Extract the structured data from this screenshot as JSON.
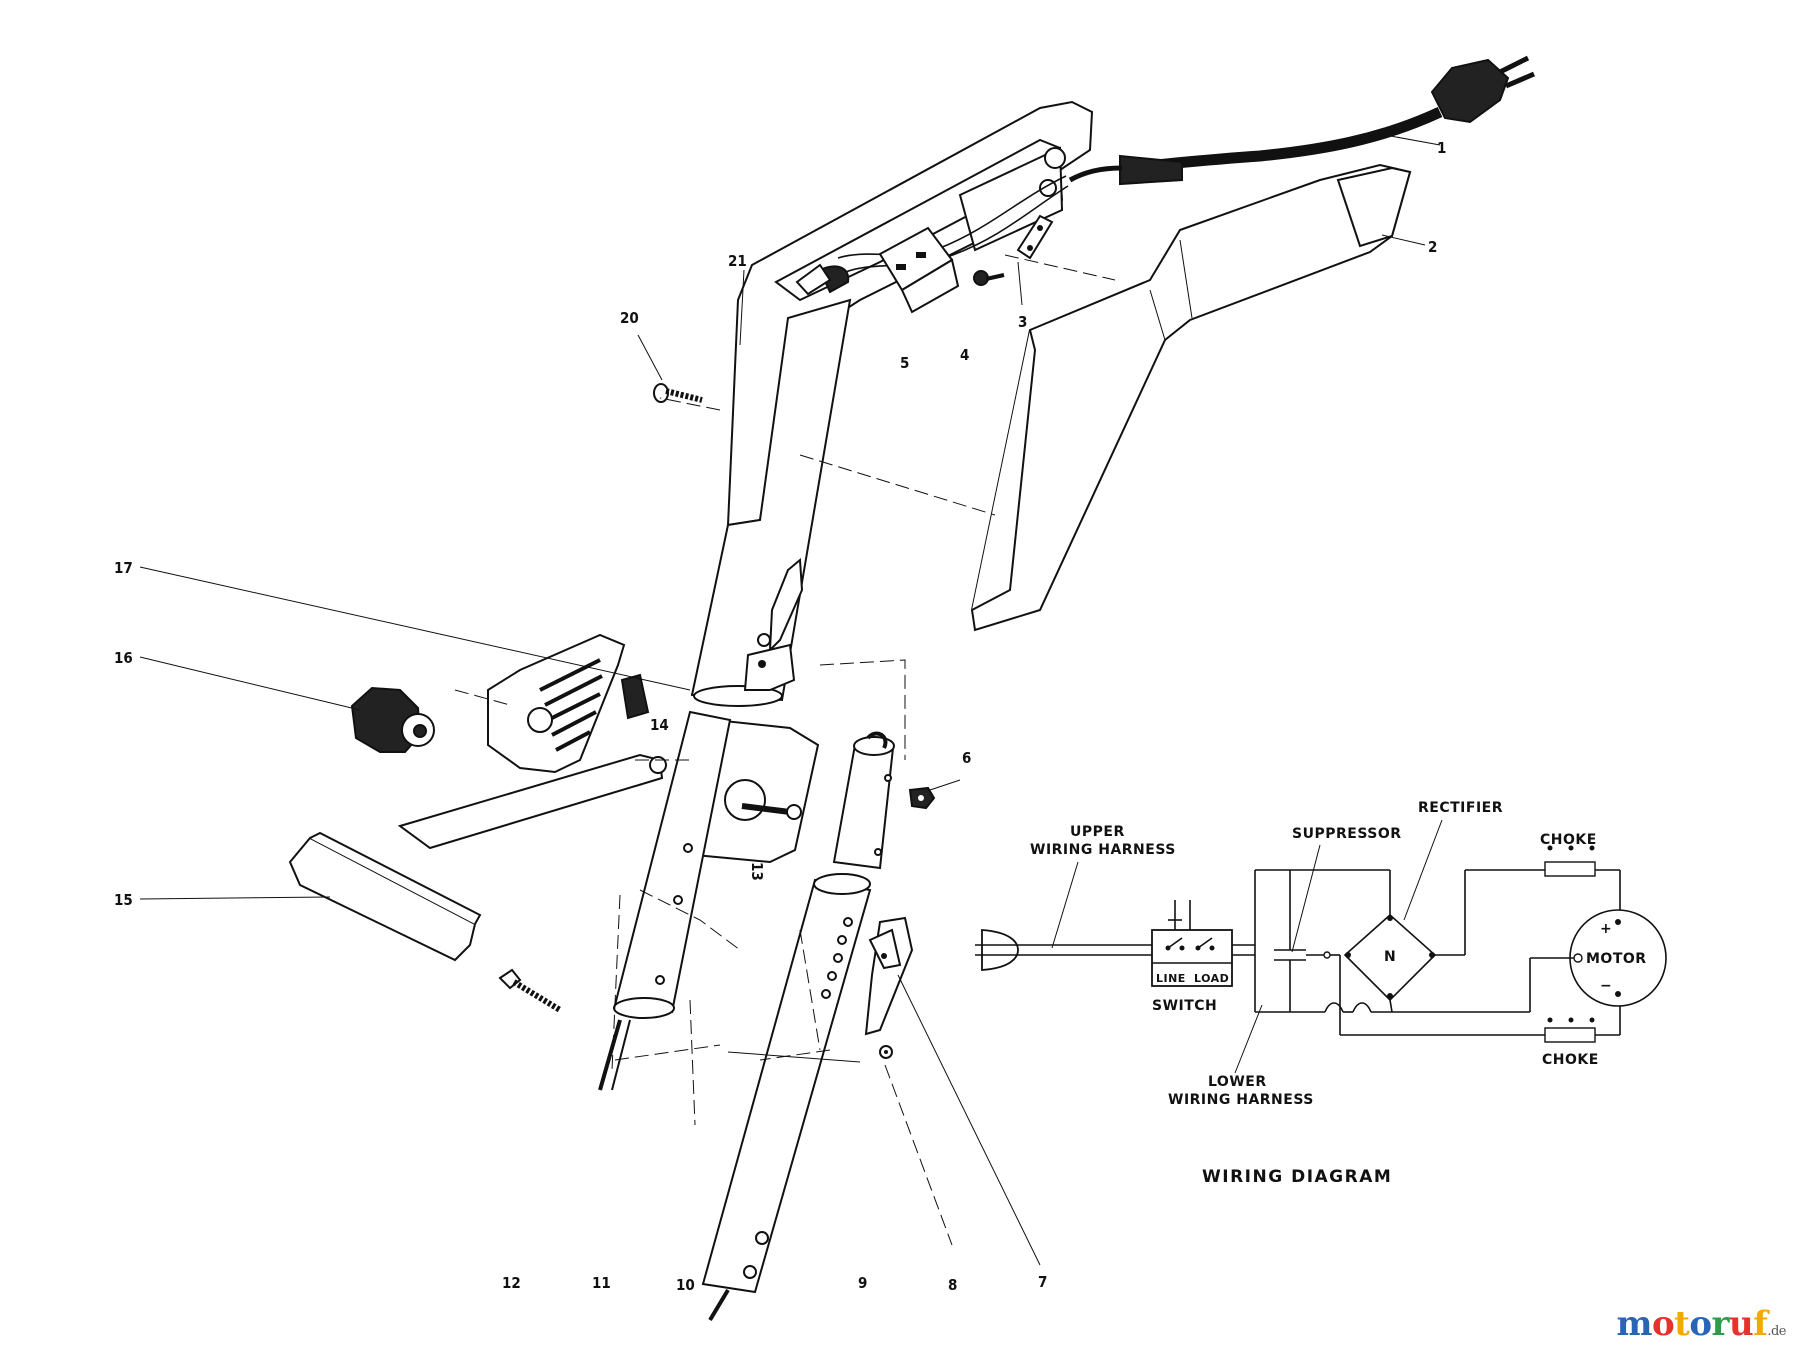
{
  "callouts": [
    {
      "id": "1",
      "label": "1"
    },
    {
      "id": "2",
      "label": "2"
    },
    {
      "id": "3",
      "label": "3"
    },
    {
      "id": "4",
      "label": "4"
    },
    {
      "id": "5",
      "label": "5"
    },
    {
      "id": "6",
      "label": "6"
    },
    {
      "id": "7",
      "label": "7"
    },
    {
      "id": "8",
      "label": "8"
    },
    {
      "id": "9",
      "label": "9"
    },
    {
      "id": "10",
      "label": "10"
    },
    {
      "id": "11",
      "label": "11"
    },
    {
      "id": "12",
      "label": "12"
    },
    {
      "id": "13",
      "label": "13"
    },
    {
      "id": "14",
      "label": "14"
    },
    {
      "id": "15",
      "label": "15"
    },
    {
      "id": "16",
      "label": "16"
    },
    {
      "id": "17",
      "label": "17"
    },
    {
      "id": "20",
      "label": "20"
    },
    {
      "id": "21",
      "label": "21"
    }
  ],
  "wiring": {
    "title": "WIRING DIAGRAM",
    "upper_harness_1": "UPPER",
    "upper_harness_2": "WIRING HARNESS",
    "lower_harness_1": "LOWER",
    "lower_harness_2": "WIRING HARNESS",
    "suppressor": "SUPPRESSOR",
    "rectifier": "RECTIFIER",
    "choke_top": "CHOKE",
    "choke_bottom": "CHOKE",
    "motor": "MOTOR",
    "switch": "SWITCH",
    "line": "LINE",
    "load": "LOAD",
    "rectifier_n": "N",
    "plus": "+",
    "minus": "−"
  },
  "watermark": {
    "letters": [
      {
        "ch": "m",
        "color": "#2a64b4"
      },
      {
        "ch": "o",
        "color": "#e5322d"
      },
      {
        "ch": "t",
        "color": "#f2a900"
      },
      {
        "ch": "o",
        "color": "#2a64b4"
      },
      {
        "ch": "r",
        "color": "#2e9b48"
      },
      {
        "ch": "u",
        "color": "#e5322d"
      },
      {
        "ch": "f",
        "color": "#f2a900"
      }
    ],
    "tld": ".de"
  }
}
